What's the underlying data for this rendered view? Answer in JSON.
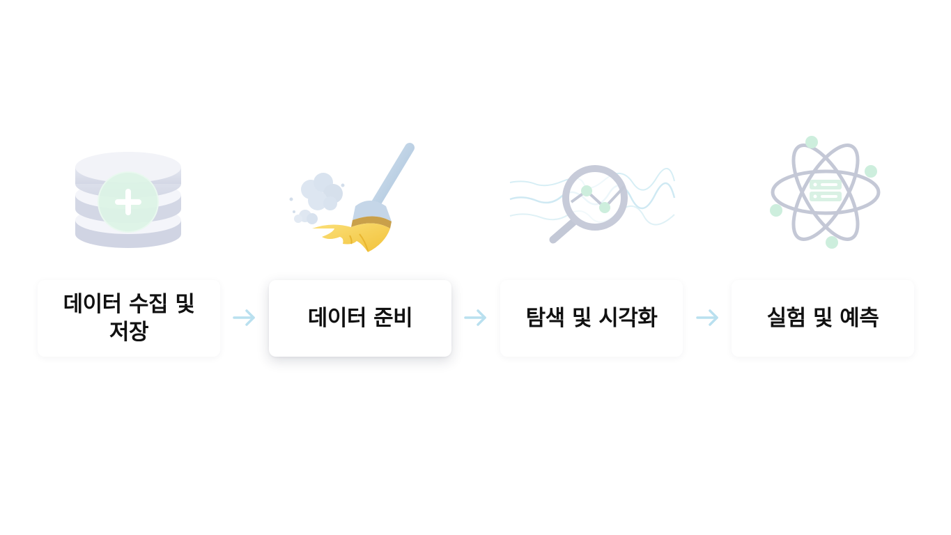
{
  "steps": [
    {
      "label": "데이터 수집 및 저장",
      "icon": "database-add-icon"
    },
    {
      "label": "데이터 준비",
      "icon": "broom-icon",
      "active": true
    },
    {
      "label": "탐색 및 시각화",
      "icon": "magnifier-chart-icon"
    },
    {
      "label": "실험 및 예측",
      "icon": "atom-server-icon"
    }
  ],
  "colors": {
    "text": "#111111",
    "arrow": "#b9e0ef",
    "icon_gray": "#c7cbda",
    "icon_green": "#d7f2e2",
    "broom_yellow": "#f7cc4a"
  }
}
